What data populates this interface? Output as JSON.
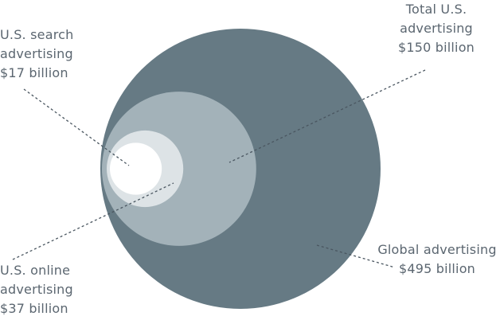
{
  "chart_data": {
    "type": "bubble",
    "title": "",
    "series": [
      {
        "name": "Global advertising",
        "value": 495,
        "unit": "billion USD",
        "label_lines": [
          "Global advertising",
          "$495 billion"
        ],
        "color": "#667a84"
      },
      {
        "name": "Total U.S. advertising",
        "value": 150,
        "unit": "billion USD",
        "label_lines": [
          "Total U.S.",
          "advertising",
          "$150 billion"
        ],
        "color": "#a3b2b9"
      },
      {
        "name": "U.S. online advertising",
        "value": 37,
        "unit": "billion USD",
        "label_lines": [
          "U.S. online",
          "advertising",
          "$37 billion"
        ],
        "color": "#dde3e6"
      },
      {
        "name": "U.S. search advertising",
        "value": 17,
        "unit": "billion USD",
        "label_lines": [
          "U.S. search",
          "advertising",
          "$17 billion"
        ],
        "color": "#ffffff"
      }
    ]
  },
  "labels": {
    "search": {
      "line1": "U.S. search",
      "line2": "advertising",
      "line3": "$17 billion"
    },
    "online": {
      "line1": "U.S. online",
      "line2": "advertising",
      "line3": "$37 billion"
    },
    "total": {
      "line1": "Total U.S.",
      "line2": "advertising",
      "line3": "$150 billion"
    },
    "global": {
      "line1": "Global advertising",
      "line2": "$495 billion"
    }
  }
}
